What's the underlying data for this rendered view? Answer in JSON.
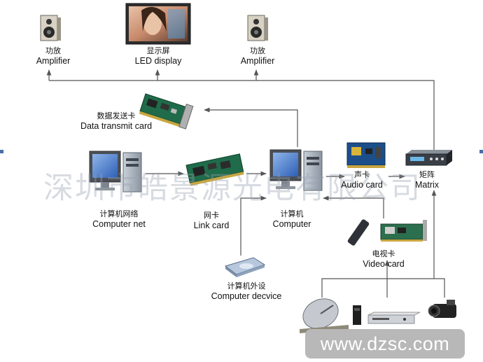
{
  "labels": {
    "amp_left": {
      "cn": "功放",
      "en": "Amplifier"
    },
    "led": {
      "cn": "显示屏",
      "en": "LED display"
    },
    "amp_right": {
      "cn": "功放",
      "en": "Amplifier"
    },
    "transmit": {
      "cn": "数据发送卡",
      "en": "Data transmit card"
    },
    "net": {
      "cn": "计算机网络",
      "en": "Computer net"
    },
    "link": {
      "cn": "网卡",
      "en": "Link card"
    },
    "computer": {
      "cn": "计算机",
      "en": "Computer"
    },
    "audio": {
      "cn": "声卡",
      "en": "Audio card"
    },
    "matrix": {
      "cn": "矩阵",
      "en": "Matrix"
    },
    "peripheral": {
      "cn": "计算机外设",
      "en": "Computer decvice"
    },
    "video": {
      "cn": "电视卡",
      "en": "Video card"
    }
  },
  "watermark": "深圳市皓景源光电有限公司",
  "site_badge": "www.dzsc.com",
  "colors": {
    "line": "#555555",
    "screen_blue": "#3a6fc4",
    "pc_gray": "#9aa3ad",
    "board_green": "#1f6b4a"
  }
}
